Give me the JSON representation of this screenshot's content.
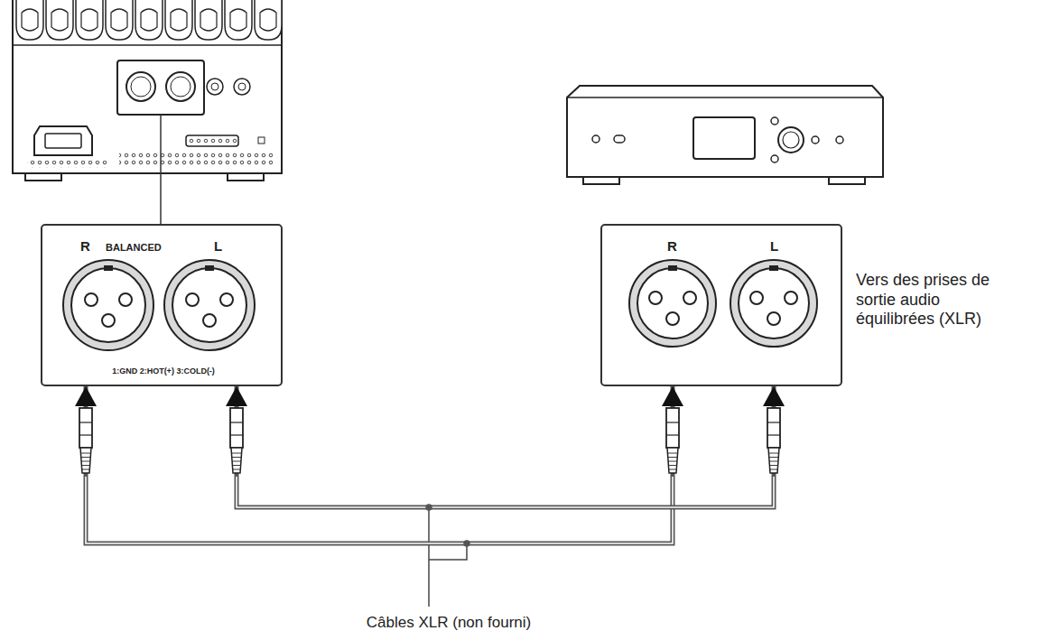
{
  "diagram": {
    "nodes": [
      {
        "text": [
          "R",
          "BALANCED",
          "L",
          "1:GND 2:HOT(+) 3:COLD(-)"
        ]
      },
      {
        "text": [
          "R",
          "L"
        ]
      }
    ],
    "edges": [
      {
        "from": 0,
        "to": 1,
        "arrow": "both"
      },
      {
        "from": 0,
        "to": 1,
        "arrow": "both"
      }
    ],
    "labels": [
      "Vers des prises de sortie audio équilibrées (XLR)",
      "Câbles XLR (non fourni)"
    ]
  }
}
